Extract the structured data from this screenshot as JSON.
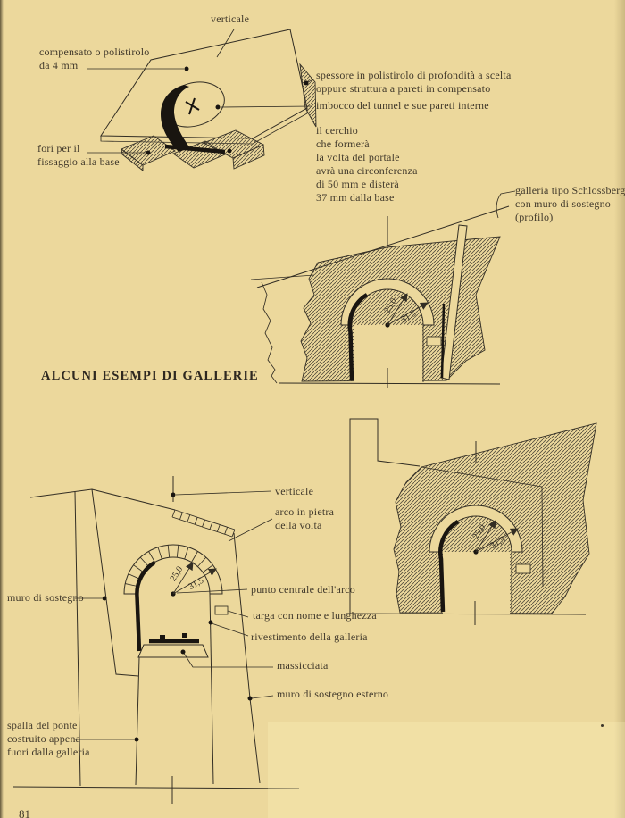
{
  "page": {
    "heading": "ALCUNI ESEMPI DI GALLERIE",
    "page_number": "81",
    "paper_color": "#ecd89c",
    "ink_color": "#332e24"
  },
  "construction_diagram": {
    "labels": {
      "verticale": "verticale",
      "compensato": "compensato o polistirolo\nda 4 mm",
      "spessore": "spessore in polistirolo di profondità a scelta\noppure struttura a pareti in compensato",
      "imbocco": "imbocco del tunnel e sue pareti interne",
      "cerchio": "il cerchio\nche formerà\nla volta del portale\navrà una circonferenza\ndi 50 mm e disterà\n37 mm dalla base",
      "fori": "fori per il\nfissaggio alla base"
    }
  },
  "schlossberg_diagram": {
    "label": "galleria tipo Schlossberg\ncon muro di sostegno\n(profilo)",
    "radius_inner": "25,0",
    "radius_outer": "31,5"
  },
  "front_diagram": {
    "labels": {
      "verticale": "verticale",
      "arco": "arco in pietra\ndella volta",
      "punto": "punto centrale dell'arco",
      "targa": "targa con nome e lunghezza",
      "rivestimento": "rivestimento della galleria",
      "massicciata": "massicciata",
      "muro_esterno": "muro di sostegno esterno",
      "muro_sostegno": "muro di sostegno",
      "spalla": "spalla del ponte\ncostruito appena\nfuori dalla galleria"
    },
    "radius_inner": "25,0",
    "radius_outer": "31,5"
  },
  "profile_right_diagram": {
    "radius_inner": "25,0",
    "radius_outer": "31,5"
  }
}
